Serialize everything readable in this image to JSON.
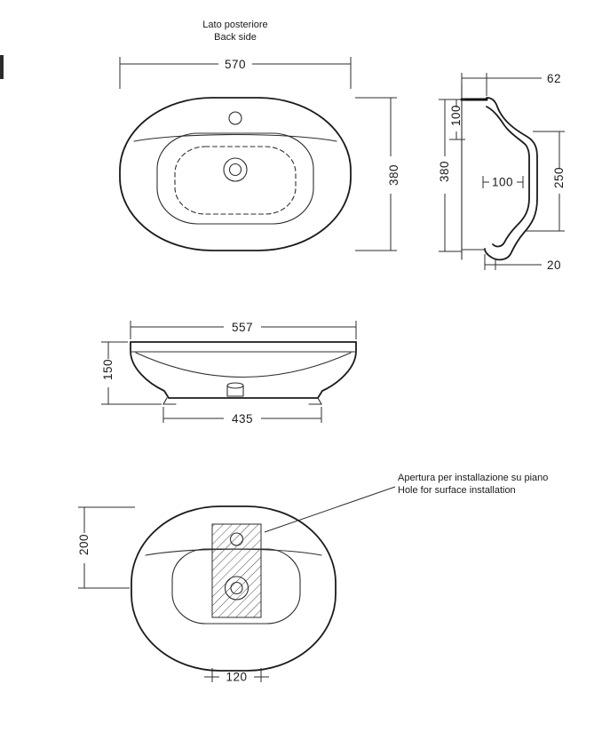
{
  "header": {
    "label_it": "Lato posteriore",
    "label_en": "Back side"
  },
  "top_view": {
    "dim_width": "570",
    "dim_depth": "380"
  },
  "side_view": {
    "dim_top": "62",
    "dim_upper": "100",
    "dim_height": "380",
    "dim_inner": "100",
    "dim_bowl": "250",
    "dim_bottom": "20"
  },
  "front_view": {
    "dim_top_width": "557",
    "dim_height": "150",
    "dim_base": "435"
  },
  "bottom_view": {
    "dim_offset": "200",
    "dim_hole_width": "120"
  },
  "annotation": {
    "label_it": "Apertura per installazione su piano",
    "label_en": "Hole for surface installation"
  },
  "colors": {
    "ink": "#2a2a2a",
    "background": "#ffffff"
  }
}
